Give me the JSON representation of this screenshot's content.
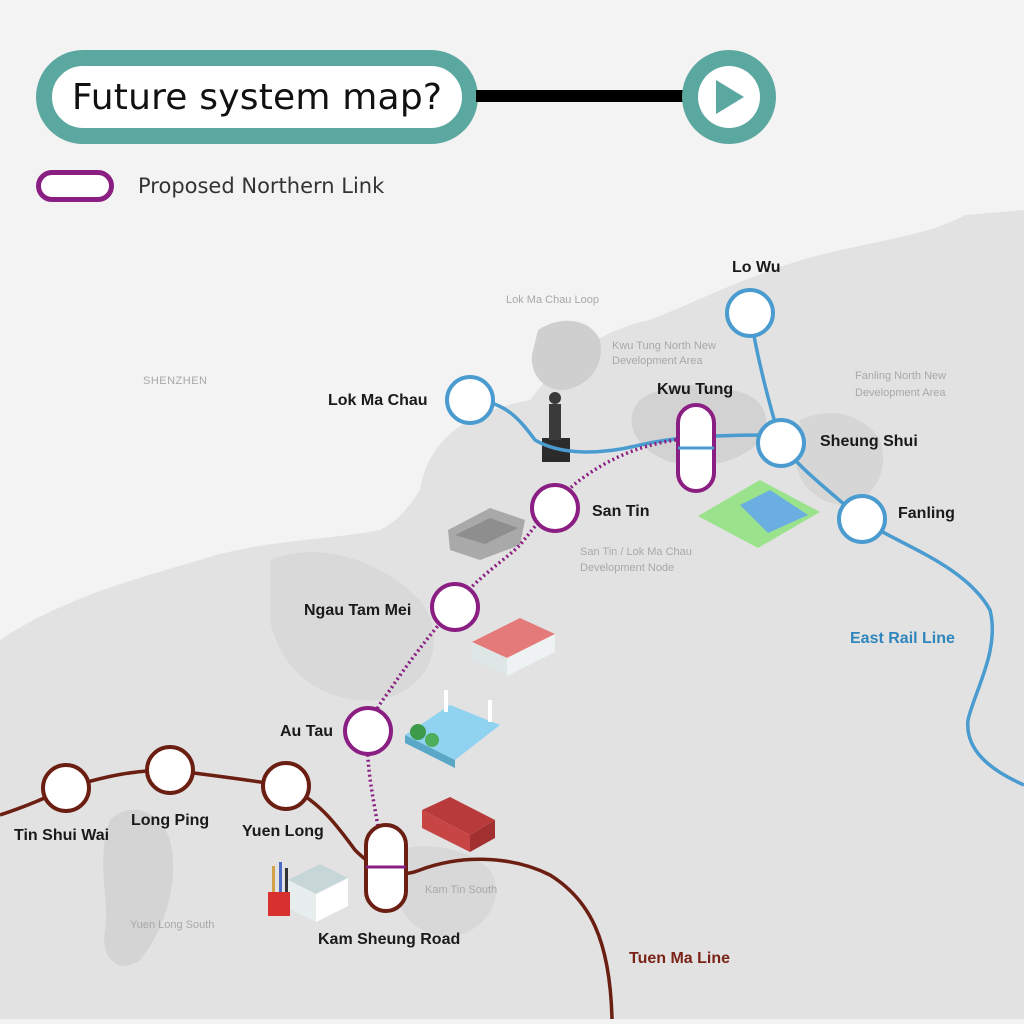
{
  "header": {
    "title": "Future system map?",
    "play_icon": "play-icon"
  },
  "legend": {
    "label": "Proposed Northern Link",
    "color": "#8a1e82"
  },
  "colors": {
    "east_rail": "#4a9bcf",
    "tuen_ma": "#6b1e12",
    "northern_link": "#8a1e82",
    "accent": "#5ba8a0",
    "land": "#e2e2e2",
    "land_dark": "#d6d6d6",
    "sea": "#f3f3f3"
  },
  "areas": {
    "shenzhen": "SHENZHEN",
    "lok_ma_chau_loop": "Lok Ma Chau Loop",
    "kwu_tung_nda_1": "Kwu Tung North New",
    "kwu_tung_nda_2": "Development Area",
    "fanling_nda_1": "Fanling North New",
    "fanling_nda_2": "Development Area",
    "san_tin_node_1": "San Tin / Lok Ma Chau",
    "san_tin_node_2": "Development Node",
    "kam_tin_south": "Kam Tin South",
    "yuen_long_south": "Yuen Long South"
  },
  "lines": {
    "east_rail": "East Rail Line",
    "tuen_ma": "Tuen Ma Line"
  },
  "stations": {
    "lo_wu": "Lo Wu",
    "lok_ma_chau": "Lok Ma Chau",
    "kwu_tung": "Kwu Tung",
    "sheung_shui": "Sheung Shui",
    "fanling": "Fanling",
    "san_tin": "San Tin",
    "ngau_tam_mei": "Ngau Tam Mei",
    "au_tau": "Au Tau",
    "tin_shui_wai": "Tin Shui Wai",
    "long_ping": "Long Ping",
    "yuen_long": "Yuen Long",
    "kam_sheung_road": "Kam Sheung Road"
  }
}
